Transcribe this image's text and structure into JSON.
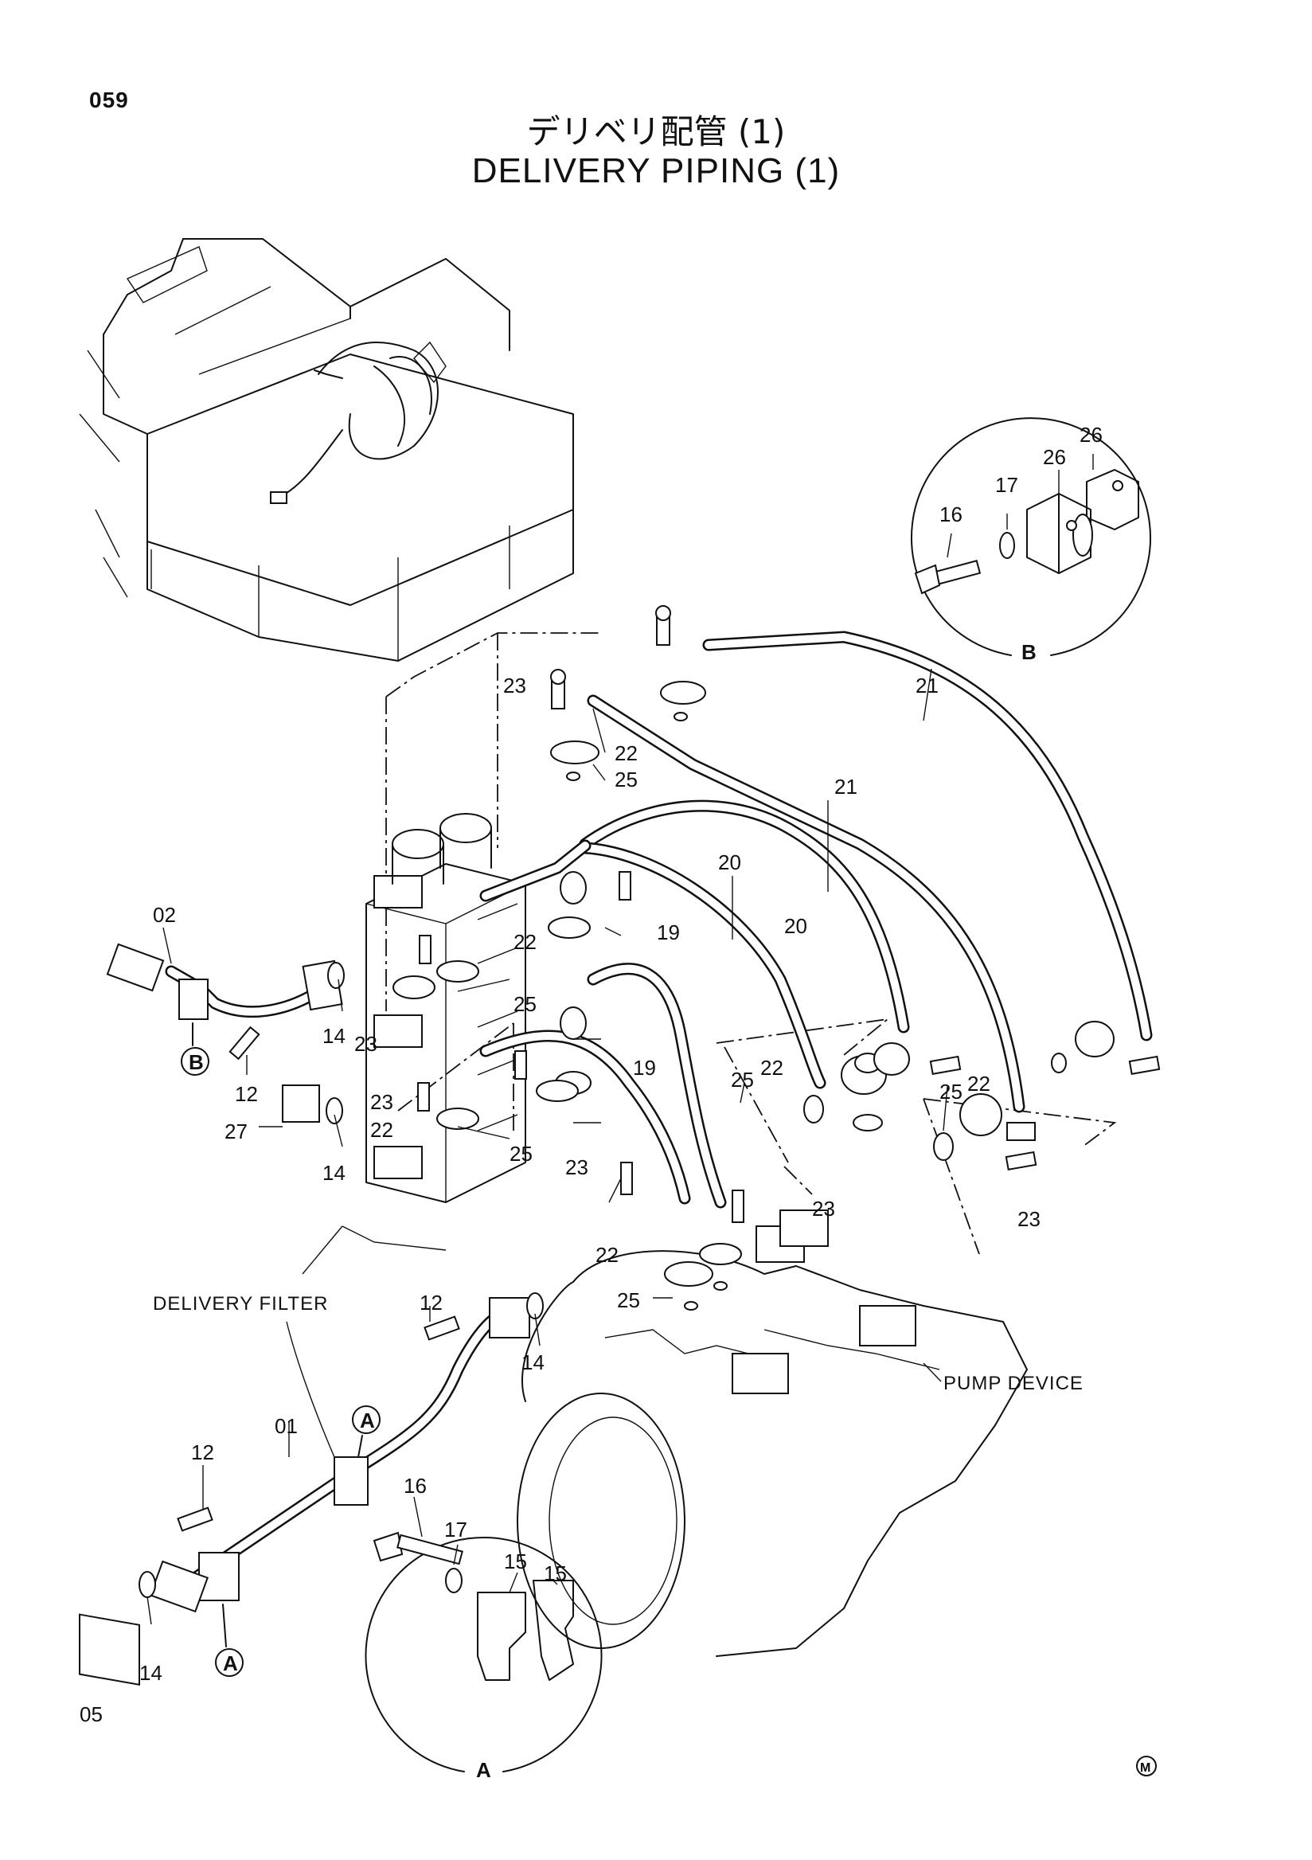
{
  "page_number": "059",
  "title_jp": "デリベリ配管 (1)",
  "title_en": "DELIVERY PIPING (1)",
  "labels": {
    "delivery_filter": "DELIVERY FILTER",
    "pump_device": "PUMP DEVICE",
    "detail_a": "A",
    "detail_b": "B",
    "mark_a": "A",
    "mark_b": "B",
    "symbol": "M"
  },
  "callouts": {
    "c01": "01",
    "c02": "02",
    "c05": "05",
    "c12a": "12",
    "c12b": "12",
    "c12c": "12",
    "c14a": "14",
    "c14b": "14",
    "c14c": "14",
    "c14d": "14",
    "c15a": "15",
    "c15b": "15",
    "c16a": "16",
    "c16b": "16",
    "c17a": "17",
    "c17b": "17",
    "c19a": "19",
    "c19b": "19",
    "c20a": "20",
    "c20b": "20",
    "c21a": "21",
    "c21b": "21",
    "c22a": "22",
    "c22b": "22",
    "c22c": "22",
    "c22d": "22",
    "c22e": "22",
    "c22f": "22",
    "c23a": "23",
    "c23b": "23",
    "c23c": "23",
    "c23d": "23",
    "c23e": "23",
    "c23f": "23",
    "c25a": "25",
    "c25b": "25",
    "c25c": "25",
    "c25d": "25",
    "c25e": "25",
    "c25f": "25",
    "c26a": "26",
    "c26b": "26",
    "c27": "27"
  }
}
